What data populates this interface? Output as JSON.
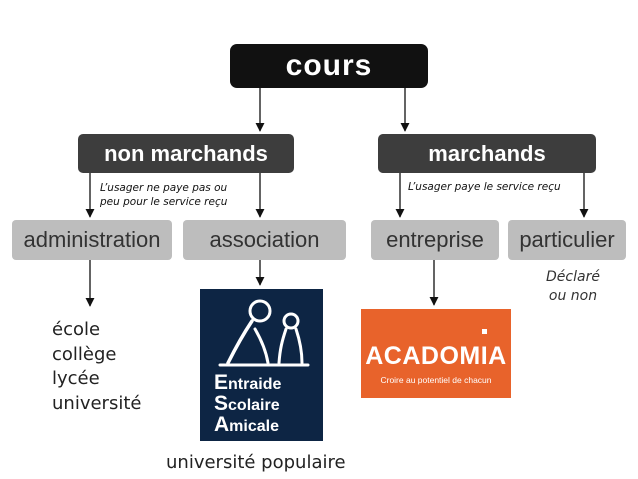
{
  "root": {
    "label": "cours"
  },
  "level1": {
    "non_marchand": {
      "label": "non marchands",
      "note": [
        "L’usager ne paye pas ou",
        "peu pour le service reçu"
      ]
    },
    "marchand": {
      "label": "marchands",
      "note": "L’usager paye le service reçu"
    }
  },
  "level2": {
    "administration": "administration",
    "association": "association",
    "entreprise": "entreprise",
    "particulier": "particulier"
  },
  "particulier_note": [
    "Déclaré",
    "ou non"
  ],
  "administration_examples": [
    "école",
    "collège",
    "lycée",
    "université"
  ],
  "association_example": "université populaire",
  "logos": {
    "esa": {
      "lines": [
        "ntraide",
        "colaire",
        "micale"
      ],
      "initials": [
        "E",
        "S",
        "A"
      ]
    },
    "acadomia": {
      "name": "ACADOMIA",
      "slogan": "Croire au potentiel de chacun"
    }
  },
  "colors": {
    "root": "#111111",
    "level1": "#3d3d3d",
    "level2": "#bdbdbd",
    "esa_bg": "#0d2544",
    "acadomia_bg": "#e8632b"
  }
}
